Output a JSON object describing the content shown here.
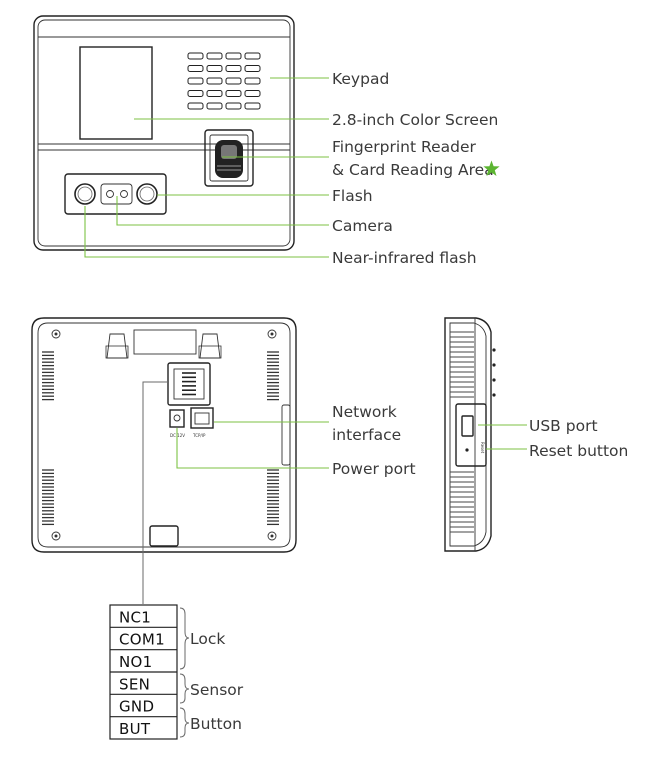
{
  "front_view": {
    "callouts": {
      "keypad": "Keypad",
      "screen": "2.8-inch Color Screen",
      "fingerprint_line1": "Fingerprint Reader",
      "fingerprint_line2": "& Card Reading Area",
      "flash": "Flash",
      "camera": "Camera",
      "nir_flash": "Near-infrared flash"
    },
    "star_color": "#5cb531"
  },
  "rear_view": {
    "callouts": {
      "network_line1": "Network",
      "network_line2": "interface",
      "power": "Power port"
    },
    "power_icon_label": "DC 12V",
    "network_icon_label": "TCP/IP"
  },
  "side_view": {
    "callouts": {
      "usb": "USB port",
      "reset": "Reset button"
    },
    "reset_mark": "Reset"
  },
  "terminal_block": {
    "terminals": [
      "NC1",
      "COM1",
      "NO1",
      "SEN",
      "GND",
      "BUT"
    ],
    "groups": {
      "lock": "Lock",
      "sensor": "Sensor",
      "button": "Button"
    }
  },
  "colors": {
    "leader_line": "#7cc243",
    "outline": "#222222",
    "label_text": "#3a3a3a"
  }
}
